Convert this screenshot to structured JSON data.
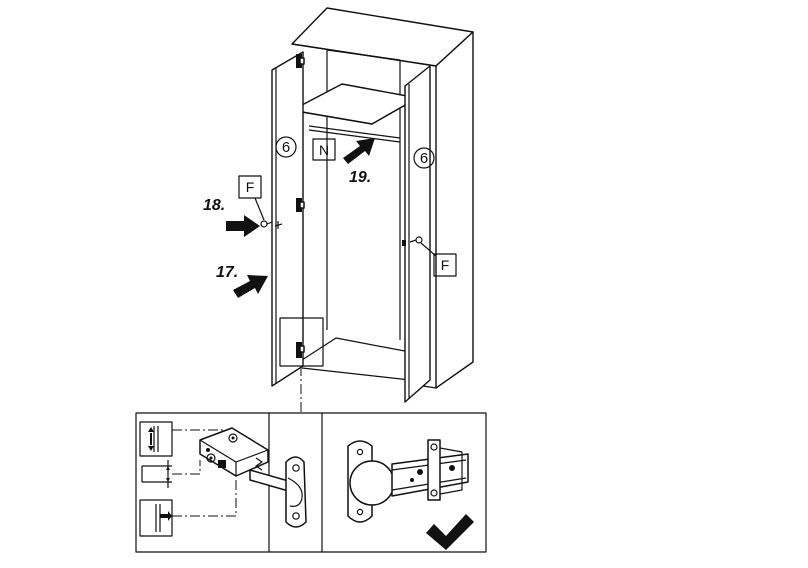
{
  "steps": {
    "step_17": "17.",
    "step_18": "18.",
    "step_19": "19."
  },
  "parts": {
    "door_left_number": "6",
    "door_right_number": "6",
    "part_f_left": "F",
    "part_f_right": "F",
    "part_n": "N"
  },
  "icons": {
    "arrow_17": "arrow-icon",
    "arrow_18": "arrow-icon",
    "arrow_19": "arrow-icon",
    "checkmark": "checkmark-icon"
  },
  "colors": {
    "ink": "#111111",
    "background": "#ffffff"
  }
}
